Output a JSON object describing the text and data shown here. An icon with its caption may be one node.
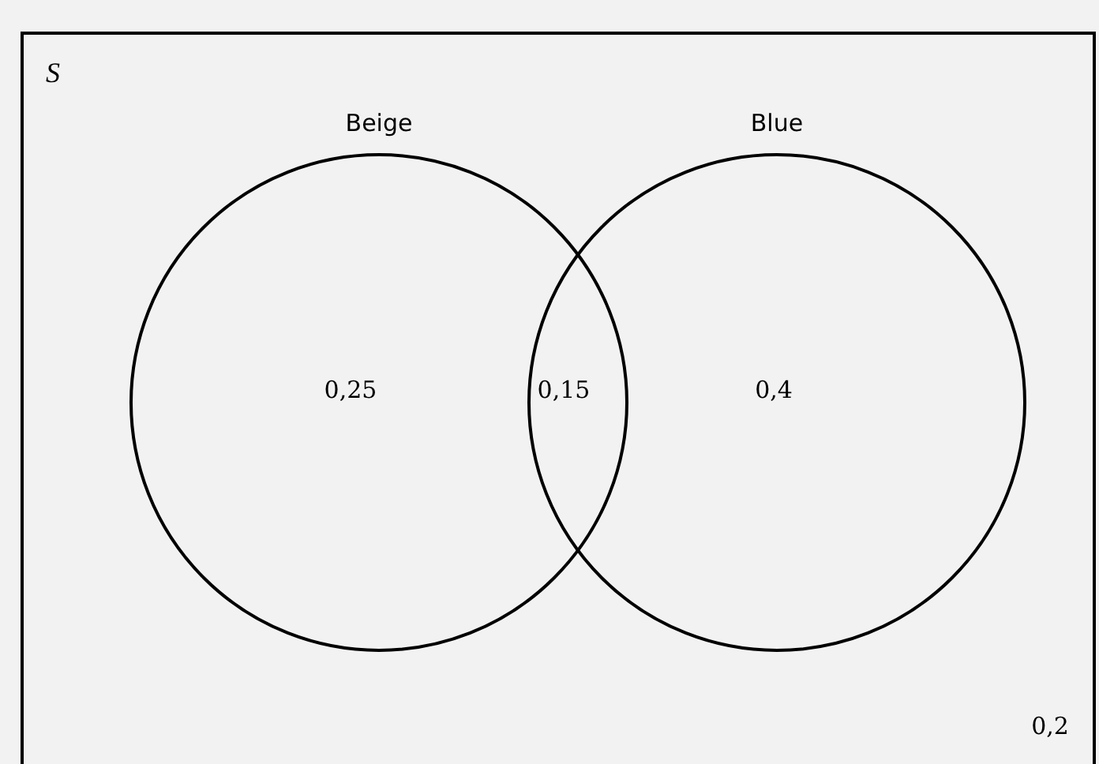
{
  "diagram": {
    "nodes": [
      {
        "text": [
          "S"
        ]
      },
      {
        "text": [
          "Beige"
        ],
        "in": 0
      },
      {
        "text": [
          "Blue"
        ],
        "in": 0
      }
    ],
    "labels": [
      "0,25",
      "0,15",
      "0,4",
      "0,2"
    ]
  }
}
